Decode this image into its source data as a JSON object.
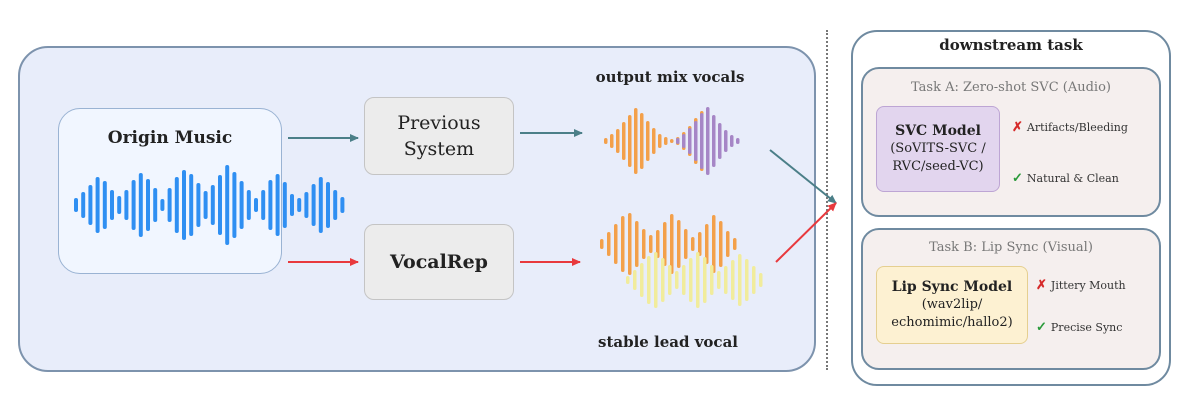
{
  "main": {
    "origin_title": "Origin Music",
    "previous_system_line1": "Previous",
    "previous_system_line2": "System",
    "vocalrep_label": "VocalRep",
    "output_label": "output mix vocals",
    "stable_label": "stable lead vocal"
  },
  "downstream": {
    "title": "downstream task",
    "task_a": {
      "title": "Task A: Zero-shot SVC (Audio)",
      "model_name": "SVC Model",
      "model_line2": "(SoVITS-SVC /",
      "model_line3": "RVC/seed-VC)",
      "bad_note": "Artifacts/Bleeding",
      "good_note": "Natural & Clean"
    },
    "task_b": {
      "title": "Task B: Lip Sync (Visual)",
      "model_name": "Lip Sync Model",
      "model_line2": "(wav2lip/",
      "model_line3": "echomimic/hallo2)",
      "bad_note": "Jittery Mouth",
      "good_note": "Precise Sync"
    }
  },
  "marks": {
    "bad": "✗",
    "good": "✓"
  },
  "colors": {
    "wave_blue": "#2f8ff2",
    "wave_orange": "#f3a04a",
    "wave_purple": "#a686c6",
    "wave_yellow": "#f1ec9c",
    "arrow_teal": "#4b7f88",
    "arrow_red": "#e8393d"
  }
}
